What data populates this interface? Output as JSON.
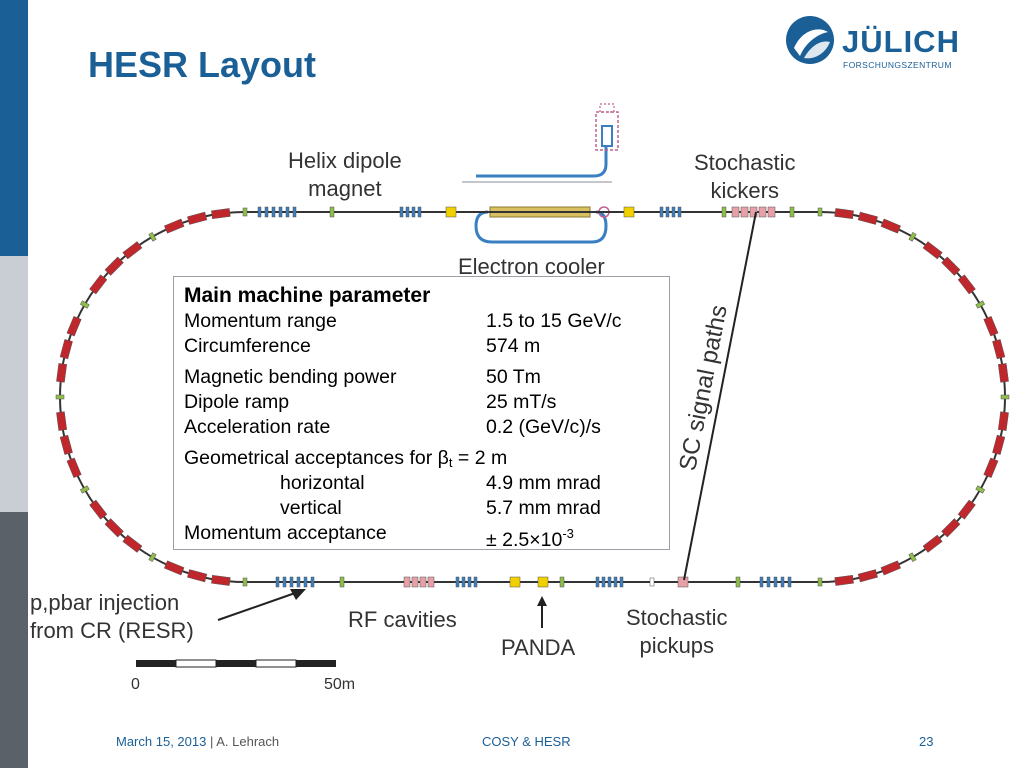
{
  "title": "HESR Layout",
  "logo": {
    "name": "JÜLICH",
    "subtitle": "FORSCHUNGSZENTRUM"
  },
  "labels": {
    "helix": [
      "Helix dipole",
      "magnet"
    ],
    "stochastic_kickers": [
      "Stochastic",
      "kickers"
    ],
    "electron_cooler": "Electron cooler",
    "sc_signal_paths": "SC signal paths",
    "injection": [
      "p,pbar injection",
      "from CR (RESR)"
    ],
    "rf_cavities": "RF cavities",
    "panda": "PANDA",
    "stochastic_pickups": [
      "Stochastic",
      "pickups"
    ]
  },
  "parameters": {
    "title": "Main machine parameter",
    "momentum_range": {
      "label": "Momentum range",
      "value": "1.5 to 15 GeV/c"
    },
    "circumference": {
      "label": "Circumference",
      "value": "574 m"
    },
    "bending_power": {
      "label": "Magnetic bending power",
      "value": "50 Tm"
    },
    "dipole_ramp": {
      "label": "Dipole ramp",
      "value": "25 mT/s"
    },
    "acceleration_rate": {
      "label": "Acceleration rate",
      "value": "0.2 (GeV/c)/s"
    },
    "geometrical": {
      "label": "Geometrical acceptances for β",
      "subscript": "t",
      "value": " = 2 m"
    },
    "horizontal": {
      "label": "horizontal",
      "value": "4.9 mm mrad"
    },
    "vertical": {
      "label": "vertical",
      "value": "5.7 mm mrad"
    },
    "momentum_acceptance": {
      "label": "Momentum acceptance",
      "value": "± 2.5×10",
      "exponent": "-3"
    }
  },
  "scale": {
    "start": "0",
    "end": "50m"
  },
  "footer": {
    "date": "March 15, 2013",
    "separator": "|",
    "author": "A. Lehrach",
    "center": "COSY & HESR",
    "page": "23"
  },
  "colors": {
    "brand": "#1b5f97",
    "dipole": "#c0272d",
    "quad": "#3a7fc1",
    "sext": "#8fbf4a",
    "magnet_yellow": "#f0d000",
    "kicker_pink": "#e8a0a8"
  }
}
